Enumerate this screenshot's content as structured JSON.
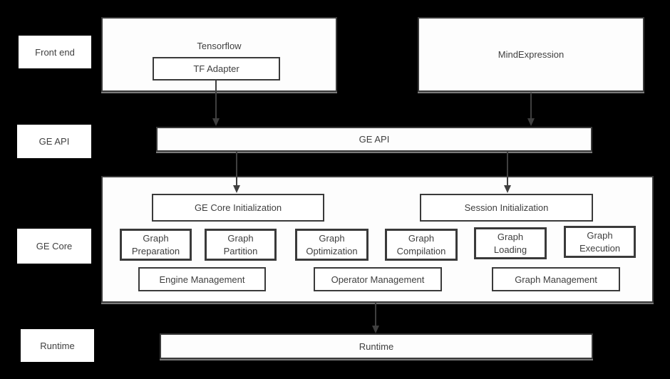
{
  "palette": {
    "background": "#000000",
    "box_fill": "#fdfdfd",
    "box_border": "#3a3a3a",
    "text": "#3f3f3f",
    "arrow": "#3f3f3f",
    "shadow": "#7a7a7a"
  },
  "side_labels": {
    "frontend": "Front end",
    "ge_api": "GE API",
    "ge_core": "GE Core",
    "runtime": "Runtime"
  },
  "frontend_row": {
    "tensorflow_title": "Tensorflow",
    "tf_adapter": "TF Adapter",
    "mindexpression_title": "MindExpression"
  },
  "api_row": {
    "ge_api_bar": "GE API"
  },
  "ge_core": {
    "ge_core_init": "GE Core Initialization",
    "session_init": "Session Initialization",
    "stages": [
      {
        "line1": "Graph",
        "line2": "Preparation"
      },
      {
        "line1": "Graph",
        "line2": "Partition"
      },
      {
        "line1": "Graph",
        "line2": "Optimization"
      },
      {
        "line1": "Graph",
        "line2": "Compilation"
      },
      {
        "line1": "Graph",
        "line2": "Loading"
      },
      {
        "line1": "Graph",
        "line2": "Execution"
      }
    ],
    "management": [
      "Engine Management",
      "Operator Management",
      "Graph Management"
    ]
  },
  "runtime_row": {
    "runtime_bar": "Runtime"
  }
}
